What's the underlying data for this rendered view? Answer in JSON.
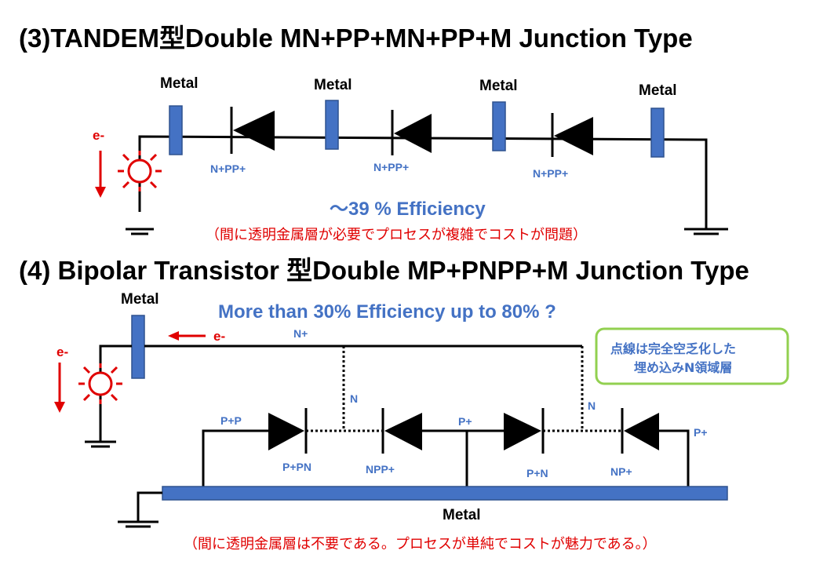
{
  "section3": {
    "title": "(3)TANDEM型Double MN+PP+MN+PP+M Junction Type",
    "metal_labels": [
      "Metal",
      "Metal",
      "Metal",
      "Metal"
    ],
    "junction_labels": [
      "N+PP+",
      "N+PP+",
      "N+PP+"
    ],
    "electron_label": "e-",
    "efficiency": "～39 % Efficiency",
    "note": "（間に透明金属層が必要でプロセスが複雑でコストが問題）"
  },
  "section4": {
    "title": "(4) Bipolar Transistor 型Double MP+PNPP+M Junction Type",
    "metal_top_label": "Metal",
    "metal_bottom_label": "Metal",
    "efficiency": "More than 30% Efficiency  up to 80% ?",
    "electron_label_left": "e-",
    "electron_label_right": "e-",
    "region_labels": {
      "n_plus": "N+",
      "n_left": "N",
      "n_right": "N",
      "p_p": "P+P",
      "p_plus_mid": "P+",
      "p_plus_right": "P+",
      "p_pn": "P+PN",
      "npp": "NPP+",
      "p_n": "P+N",
      "np": "NP+"
    },
    "callout": {
      "line1": "点線は完全空乏化した",
      "line2": "埋め込みN領域層"
    },
    "note": "（間に透明金属層は不要である。プロセスが単純でコストが魅力である。）"
  },
  "colors": {
    "metal": "#4472c4",
    "label_blue": "#4472c4",
    "emission_red": "#e00000",
    "callout_border": "#92d050"
  }
}
